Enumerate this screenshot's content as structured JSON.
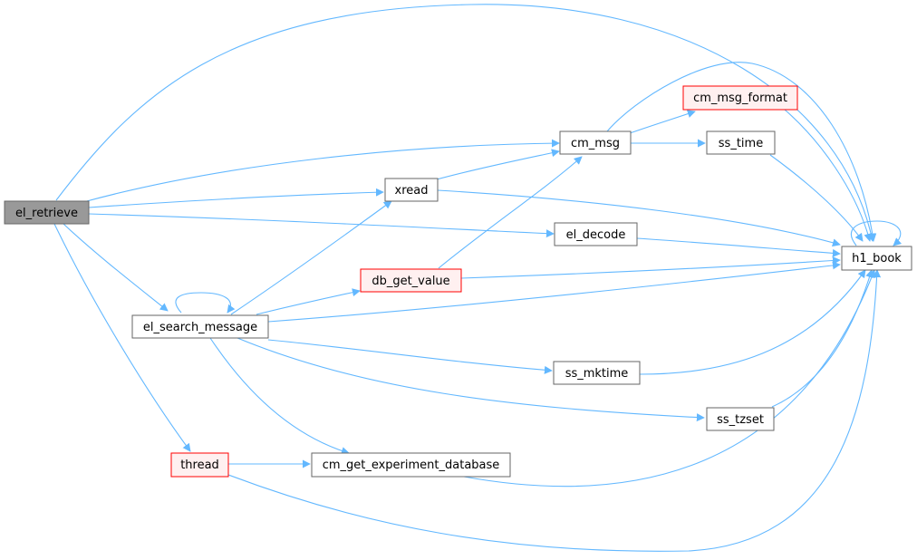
{
  "graph": {
    "edge_color": "#63b8ff",
    "nodes": [
      {
        "id": "el_retrieve",
        "label": "el_retrieve",
        "style": "root",
        "fill": "#999999",
        "stroke": "#666666"
      },
      {
        "id": "cm_msg",
        "label": "cm_msg",
        "style": "normal",
        "fill": "#ffffff",
        "stroke": "#666666"
      },
      {
        "id": "cm_msg_format",
        "label": "cm_msg_format",
        "style": "truncated",
        "fill": "#fff0f0",
        "stroke": "#ff0000"
      },
      {
        "id": "ss_time",
        "label": "ss_time",
        "style": "normal",
        "fill": "#ffffff",
        "stroke": "#666666"
      },
      {
        "id": "xread",
        "label": "xread",
        "style": "normal",
        "fill": "#ffffff",
        "stroke": "#666666"
      },
      {
        "id": "el_decode",
        "label": "el_decode",
        "style": "normal",
        "fill": "#ffffff",
        "stroke": "#666666"
      },
      {
        "id": "h1_book",
        "label": "h1_book",
        "style": "normal",
        "fill": "#ffffff",
        "stroke": "#666666"
      },
      {
        "id": "db_get_value",
        "label": "db_get_value",
        "style": "truncated",
        "fill": "#fff0f0",
        "stroke": "#ff0000"
      },
      {
        "id": "el_search_message",
        "label": "el_search_message",
        "style": "normal",
        "fill": "#ffffff",
        "stroke": "#666666"
      },
      {
        "id": "ss_mktime",
        "label": "ss_mktime",
        "style": "normal",
        "fill": "#ffffff",
        "stroke": "#666666"
      },
      {
        "id": "ss_tzset",
        "label": "ss_tzset",
        "style": "normal",
        "fill": "#ffffff",
        "stroke": "#666666"
      },
      {
        "id": "thread",
        "label": "thread",
        "style": "truncated",
        "fill": "#fff0f0",
        "stroke": "#ff0000"
      },
      {
        "id": "cm_get_experiment_database",
        "label": "cm_get_experiment_database",
        "style": "normal",
        "fill": "#ffffff",
        "stroke": "#666666"
      }
    ],
    "edges": [
      {
        "from": "el_retrieve",
        "to": "h1_book"
      },
      {
        "from": "el_retrieve",
        "to": "cm_msg"
      },
      {
        "from": "el_retrieve",
        "to": "xread"
      },
      {
        "from": "el_retrieve",
        "to": "el_decode"
      },
      {
        "from": "el_retrieve",
        "to": "el_search_message"
      },
      {
        "from": "el_retrieve",
        "to": "thread"
      },
      {
        "from": "cm_msg",
        "to": "h1_book"
      },
      {
        "from": "cm_msg",
        "to": "cm_msg_format"
      },
      {
        "from": "cm_msg",
        "to": "ss_time"
      },
      {
        "from": "cm_msg_format",
        "to": "h1_book"
      },
      {
        "from": "ss_time",
        "to": "h1_book"
      },
      {
        "from": "xread",
        "to": "cm_msg"
      },
      {
        "from": "xread",
        "to": "h1_book"
      },
      {
        "from": "el_decode",
        "to": "h1_book"
      },
      {
        "from": "h1_book",
        "to": "h1_book"
      },
      {
        "from": "db_get_value",
        "to": "cm_msg"
      },
      {
        "from": "db_get_value",
        "to": "h1_book"
      },
      {
        "from": "el_search_message",
        "to": "el_search_message"
      },
      {
        "from": "el_search_message",
        "to": "xread"
      },
      {
        "from": "el_search_message",
        "to": "db_get_value"
      },
      {
        "from": "el_search_message",
        "to": "h1_book"
      },
      {
        "from": "el_search_message",
        "to": "ss_mktime"
      },
      {
        "from": "el_search_message",
        "to": "ss_tzset"
      },
      {
        "from": "el_search_message",
        "to": "cm_get_experiment_database"
      },
      {
        "from": "ss_mktime",
        "to": "h1_book"
      },
      {
        "from": "ss_tzset",
        "to": "h1_book"
      },
      {
        "from": "thread",
        "to": "cm_get_experiment_database"
      },
      {
        "from": "thread",
        "to": "h1_book"
      },
      {
        "from": "cm_get_experiment_database",
        "to": "h1_book"
      }
    ]
  }
}
